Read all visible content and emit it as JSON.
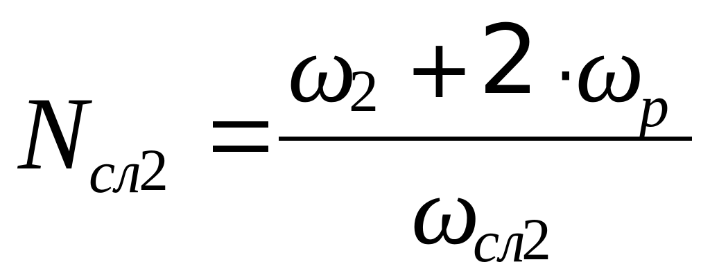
{
  "formula": {
    "lhs": {
      "variable": "N",
      "subscript_letters": "сл",
      "subscript_digit": "2"
    },
    "numerator": {
      "term1_symbol": "ω",
      "term1_subscript": "2",
      "operator": "+",
      "coefficient": "2",
      "multiply": "·",
      "term2_symbol": "ω",
      "term2_subscript": "p"
    },
    "denominator": {
      "symbol": "ω",
      "subscript_letters": "сл",
      "subscript_digit": "2"
    }
  }
}
